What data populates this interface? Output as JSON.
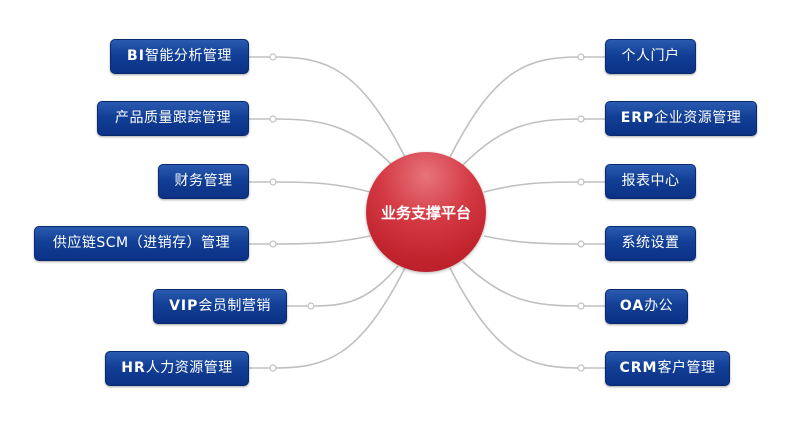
{
  "center": {
    "label": "业务支撑平台",
    "color": "#c1232d"
  },
  "left_nodes": [
    {
      "prefix": "BI",
      "text": "智能分析管理"
    },
    {
      "prefix": "",
      "text": "产品质量跟踪管理"
    },
    {
      "prefix": "",
      "text": "财务管理"
    },
    {
      "prefix": "",
      "text": "供应链SCM（进销存）管理"
    },
    {
      "prefix": "VIP",
      "text": "会员制营销"
    },
    {
      "prefix": "HR",
      "text": "人力资源管理"
    }
  ],
  "right_nodes": [
    {
      "prefix": "",
      "text": "个人门户"
    },
    {
      "prefix": "ERP",
      "text": "企业资源管理"
    },
    {
      "prefix": "",
      "text": "报表中心"
    },
    {
      "prefix": "",
      "text": "系统设置"
    },
    {
      "prefix": "OA",
      "text": "办公"
    },
    {
      "prefix": "CRM",
      "text": "客户管理"
    }
  ],
  "colors": {
    "node": "#123f96",
    "line": "#c0c0c0"
  }
}
